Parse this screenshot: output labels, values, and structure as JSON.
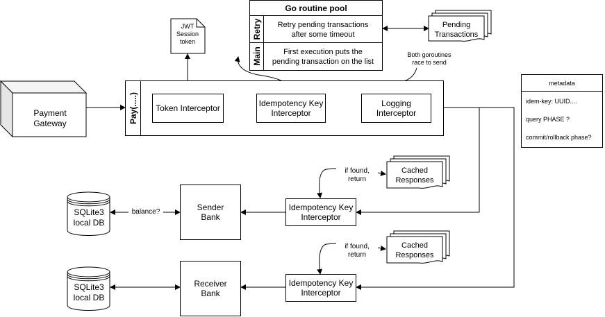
{
  "payment_gateway": {
    "label": "Payment\nGateway"
  },
  "jwt_token": {
    "label": "JWT\nSession\ntoken"
  },
  "pool": {
    "title": "Go routine pool",
    "retry_label": "Retry",
    "retry_text": "Retry pending transactions\nafter some timeout",
    "main_label": "Main",
    "main_text": "First execution puts the\npending transaction on the list"
  },
  "pending": {
    "label": "Pending\nTransactions"
  },
  "race_note": "Both goroutines\nrace to send",
  "pay": {
    "label": "Pay(.....)",
    "token_interceptor": "Token Interceptor",
    "idempotency_interceptor": "Idempotency Key\nInterceptor",
    "logging_interceptor": "Logging\nInterceptor"
  },
  "metadata": {
    "title": "metadata",
    "lines": [
      "idem-key: UUID....",
      "query PHASE ?",
      "commit/rollback phase?"
    ]
  },
  "sender": {
    "db": "SQLite3\nlocal DB",
    "edge_label": "balance?",
    "bank": "Sender\nBank",
    "interceptor": "Idempotency Key\nInterceptor",
    "found_note": "if found,\nreturn",
    "cache": "Cached\nResponses"
  },
  "receiver": {
    "db": "SQLite3\nlocal DB",
    "bank": "Receiver\nBank",
    "interceptor": "Idempotency Key\nInterceptor",
    "found_note": "if found,\nreturn",
    "cache": "Cached\nResponses"
  }
}
